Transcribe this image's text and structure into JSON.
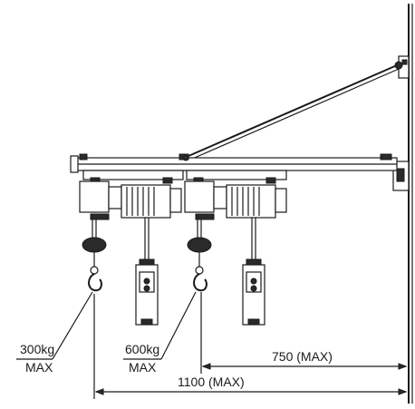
{
  "labels": {
    "hoist_left_capacity": "300kg",
    "hoist_left_max": "MAX",
    "hoist_right_capacity": "600kg",
    "hoist_right_max": "MAX",
    "dim_short": "750 (MAX)",
    "dim_long": "1100 (MAX)"
  }
}
